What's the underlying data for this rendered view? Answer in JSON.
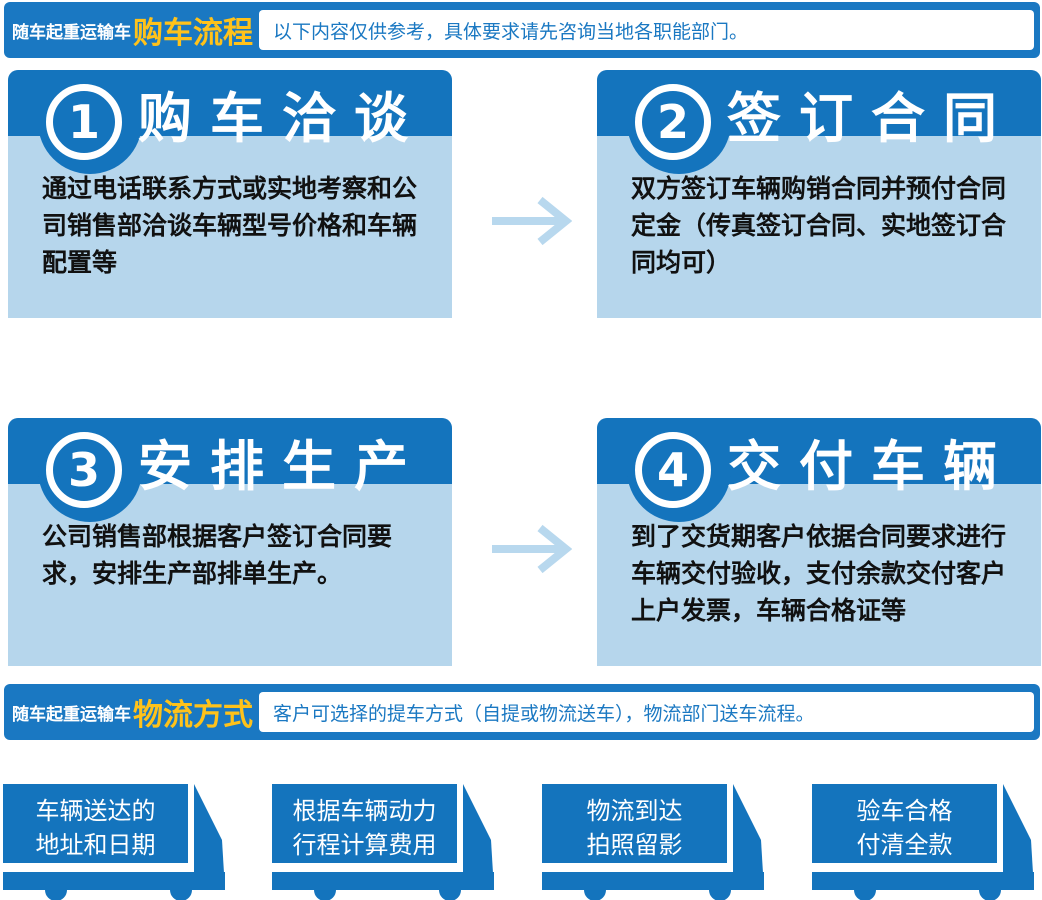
{
  "banner1": {
    "prefix": "随车起重运输车",
    "highlight": "购车流程",
    "note": "以下内容仅供参考，具体要求请先咨询当地各职能部门。"
  },
  "steps": [
    {
      "num": "1",
      "title": "购车洽谈",
      "body": "通过电话联系方式或实地考察和公司销售部洽谈车辆型号价格和车辆配置等"
    },
    {
      "num": "2",
      "title": "签订合同",
      "body": "双方签订车辆购销合同并预付合同定金（传真签订合同、实地签订合同均可）"
    },
    {
      "num": "3",
      "title": "安排生产",
      "body": "公司销售部根据客户签订合同要求，安排生产部排单生产。"
    },
    {
      "num": "4",
      "title": "交付车辆",
      "body": "到了交货期客户依据合同要求进行车辆交付验收，支付余款交付客户上户发票，车辆合格证等"
    }
  ],
  "banner2": {
    "prefix": "随车起重运输车",
    "highlight": "物流方式",
    "note": "客户可选择的提车方式（自提或物流送车），物流部门送车流程。"
  },
  "trucks": [
    {
      "line1": "车辆送达的",
      "line2": "地址和日期"
    },
    {
      "line1": "根据车辆动力",
      "line2": "行程计算费用"
    },
    {
      "line1": "物流到达",
      "line2": "拍照留影"
    },
    {
      "line1": "验车合格",
      "line2": "付清全款"
    }
  ],
  "colors": {
    "blue": "#1474bd",
    "light": "#b6d6ec",
    "yellow": "#ffc21a"
  }
}
